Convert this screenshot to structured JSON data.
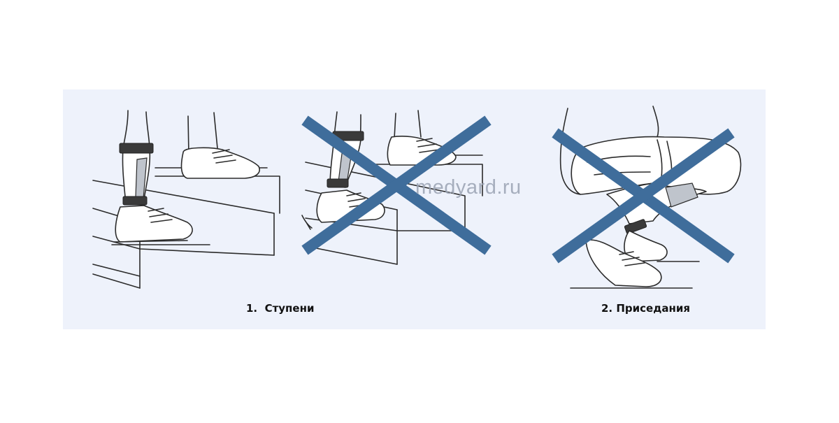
{
  "captions": {
    "stairs": "1.  Ступени",
    "squats": "2. Приседания"
  },
  "watermark": "medyard.ru",
  "colors": {
    "panel_background": "#eef2fb",
    "cross_mark": "#3f6d9b",
    "line_art": "#2b2b2b",
    "brace_strap": "#3a3a3a"
  },
  "figures": [
    {
      "id": "stairs-correct",
      "crossed": false
    },
    {
      "id": "stairs-wrong",
      "crossed": true
    },
    {
      "id": "squat-wrong",
      "crossed": true
    }
  ]
}
